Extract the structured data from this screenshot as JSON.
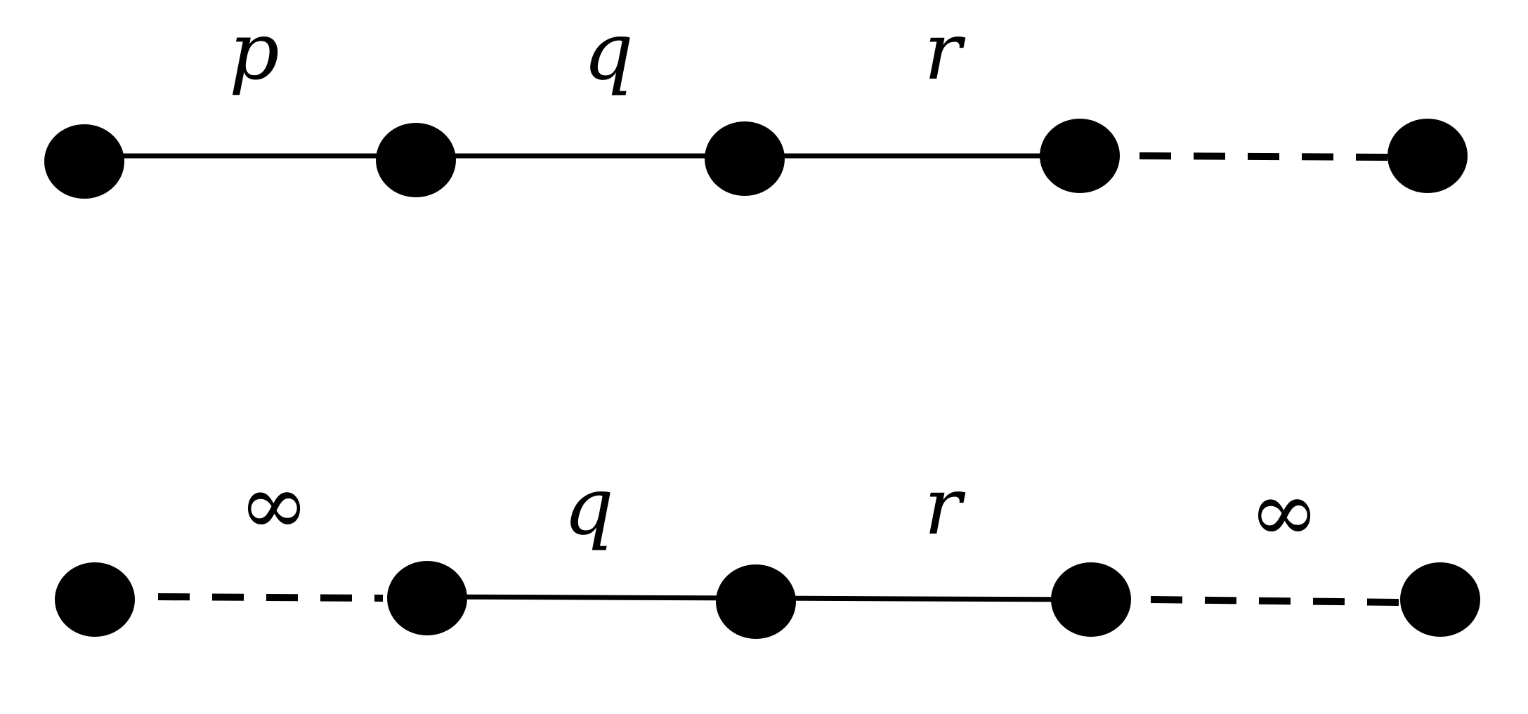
{
  "diagrams": [
    {
      "edges": [
        {
          "label": "p",
          "style": "solid"
        },
        {
          "label": "q",
          "style": "solid"
        },
        {
          "label": "r",
          "style": "solid"
        },
        {
          "label": "",
          "style": "dashed"
        }
      ]
    },
    {
      "edges": [
        {
          "label": "∞",
          "style": "dashed"
        },
        {
          "label": "q",
          "style": "solid"
        },
        {
          "label": "r",
          "style": "solid"
        },
        {
          "label": "∞",
          "style": "dashed"
        }
      ]
    }
  ],
  "colors": {
    "line": "#000000",
    "node": "#000000",
    "background": "#ffffff"
  }
}
